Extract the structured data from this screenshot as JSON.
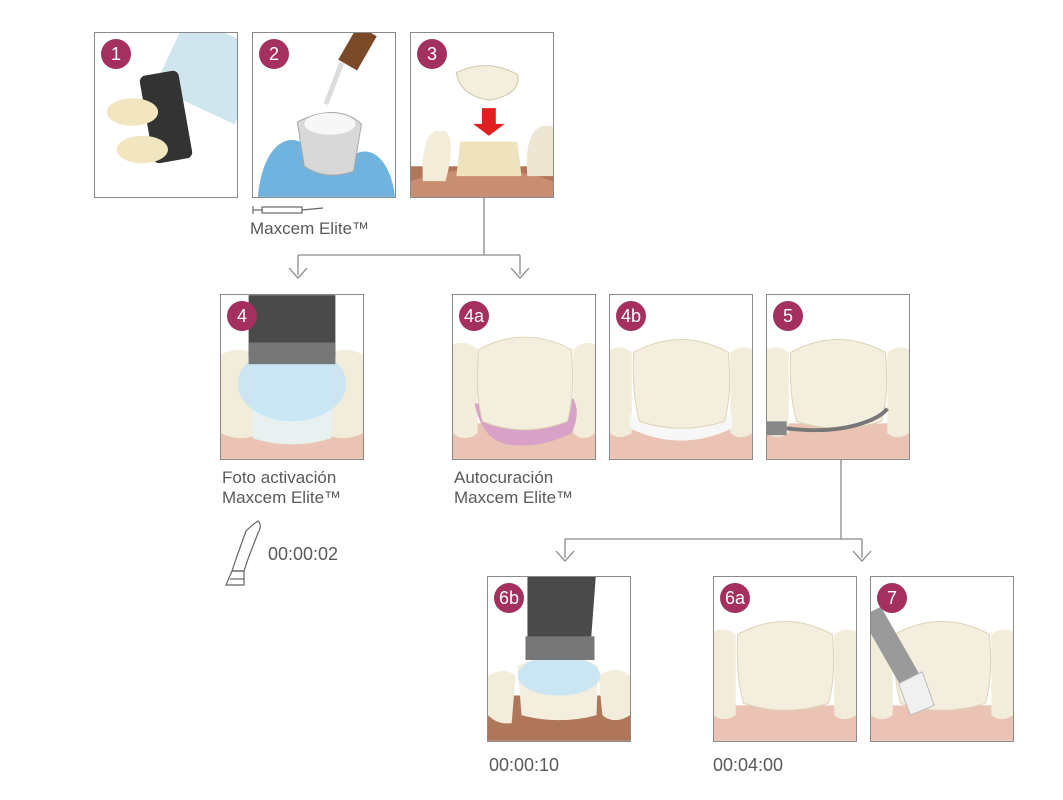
{
  "steps": {
    "s1": "1",
    "s2": "2",
    "s3": "3",
    "s4": "4",
    "s4a": "4a",
    "s4b": "4b",
    "s5": "5",
    "s6b": "6b",
    "s6a": "6a",
    "s7": "7"
  },
  "captions": {
    "syringe_product": "Maxcem Elite™",
    "light_cure_line1": "Foto activación",
    "light_cure_line2": "Maxcem Elite™",
    "self_cure_line1": "Autocuración",
    "self_cure_line2": "Maxcem Elite™"
  },
  "times": {
    "light_cure": "00:00:02",
    "step_6b": "00:00:10",
    "step_6a": "00:04:00"
  },
  "colors": {
    "badge": "#a3305f",
    "connector": "#8a8a8a",
    "gum": "#e8b9aa",
    "tooth": "#f3eedd",
    "blue_light": "#bfe3f7",
    "pink_cement": "#d8a2c8"
  }
}
